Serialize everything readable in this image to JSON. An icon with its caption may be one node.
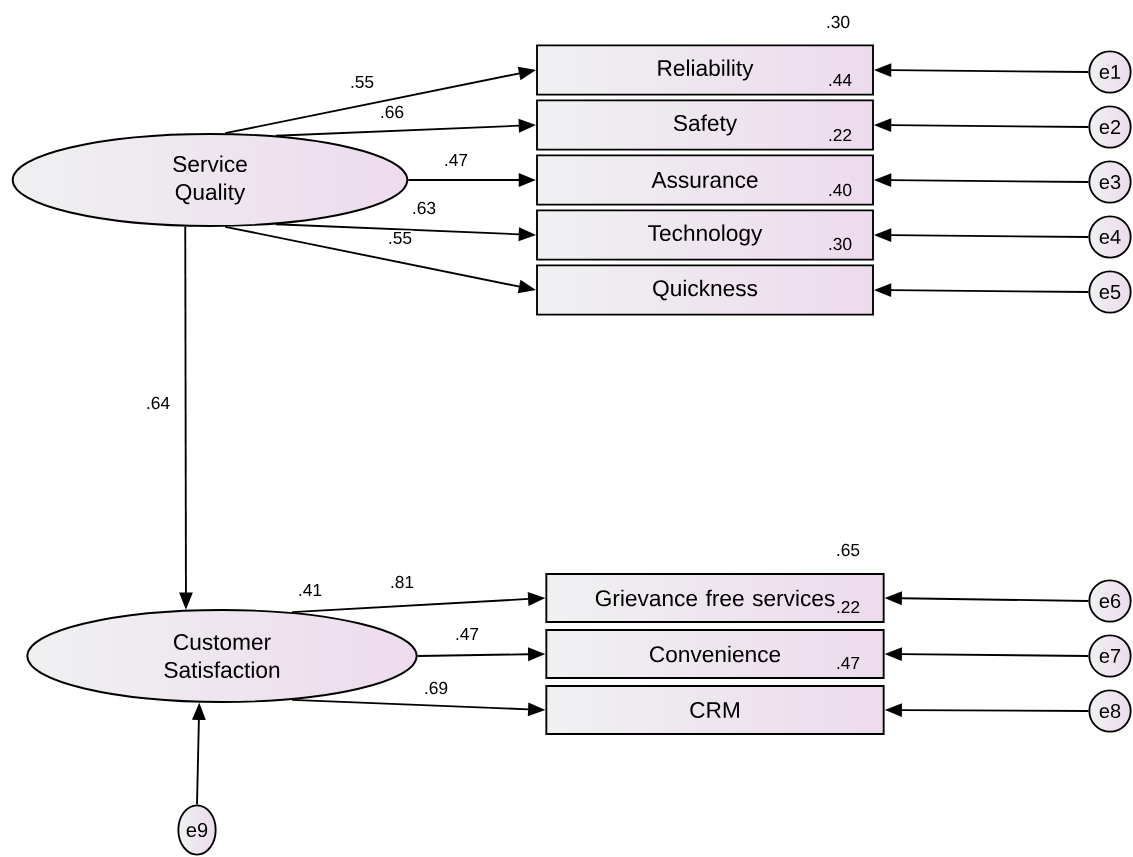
{
  "diagram": {
    "nodes": [
      {
        "text": [
          "Service Quality"
        ]
      },
      {
        "text": [
          "Reliability"
        ]
      },
      {
        "text": [
          "Safety"
        ]
      },
      {
        "text": [
          "Assurance"
        ]
      },
      {
        "text": [
          "Technology"
        ]
      },
      {
        "text": [
          "Quickness"
        ]
      },
      {
        "text": [
          "e1"
        ]
      },
      {
        "text": [
          "e2"
        ]
      },
      {
        "text": [
          "e3"
        ]
      },
      {
        "text": [
          "e4"
        ]
      },
      {
        "text": [
          "e5"
        ]
      },
      {
        "text": [
          "Customer Satisfaction"
        ],
        "beside": [
          ".41"
        ]
      },
      {
        "text": [
          "Grievance free services"
        ]
      },
      {
        "text": [
          "Convenience"
        ]
      },
      {
        "text": [
          "CRM"
        ]
      },
      {
        "text": [
          "e6"
        ]
      },
      {
        "text": [
          "e7"
        ]
      },
      {
        "text": [
          "e8"
        ]
      },
      {
        "text": [
          "e9"
        ]
      }
    ],
    "edges": [
      {
        "from": 0,
        "to": 1,
        "arrow": "to",
        "label": ".55"
      },
      {
        "from": 0,
        "to": 2,
        "arrow": "to",
        "label": ".66"
      },
      {
        "from": 0,
        "to": 3,
        "arrow": "to",
        "label": ".47"
      },
      {
        "from": 0,
        "to": 4,
        "arrow": "to",
        "label": ".63"
      },
      {
        "from": 0,
        "to": 5,
        "arrow": "to",
        "label": ".55"
      },
      {
        "from": 0,
        "to": 11,
        "arrow": "to",
        "label": ".64"
      },
      {
        "from": 11,
        "to": 12,
        "arrow": "to",
        "label": ".81"
      },
      {
        "from": 11,
        "to": 13,
        "arrow": "to",
        "label": ".47"
      },
      {
        "from": 11,
        "to": 14,
        "arrow": "to",
        "label": ".69"
      },
      {
        "from": 6,
        "to": 1,
        "arrow": "to"
      },
      {
        "from": 7,
        "to": 2,
        "arrow": "to"
      },
      {
        "from": 8,
        "to": 3,
        "arrow": "to"
      },
      {
        "from": 9,
        "to": 4,
        "arrow": "to"
      },
      {
        "from": 10,
        "to": 5,
        "arrow": "to"
      },
      {
        "from": 15,
        "to": 12,
        "arrow": "to"
      },
      {
        "from": 16,
        "to": 13,
        "arrow": "to"
      },
      {
        "from": 17,
        "to": 14,
        "arrow": "to"
      },
      {
        "from": 18,
        "to": 11,
        "arrow": "to"
      }
    ],
    "labels": [
      ".30",
      ".44",
      ".22",
      ".40",
      ".30",
      ".65",
      ".22",
      ".47"
    ]
  }
}
